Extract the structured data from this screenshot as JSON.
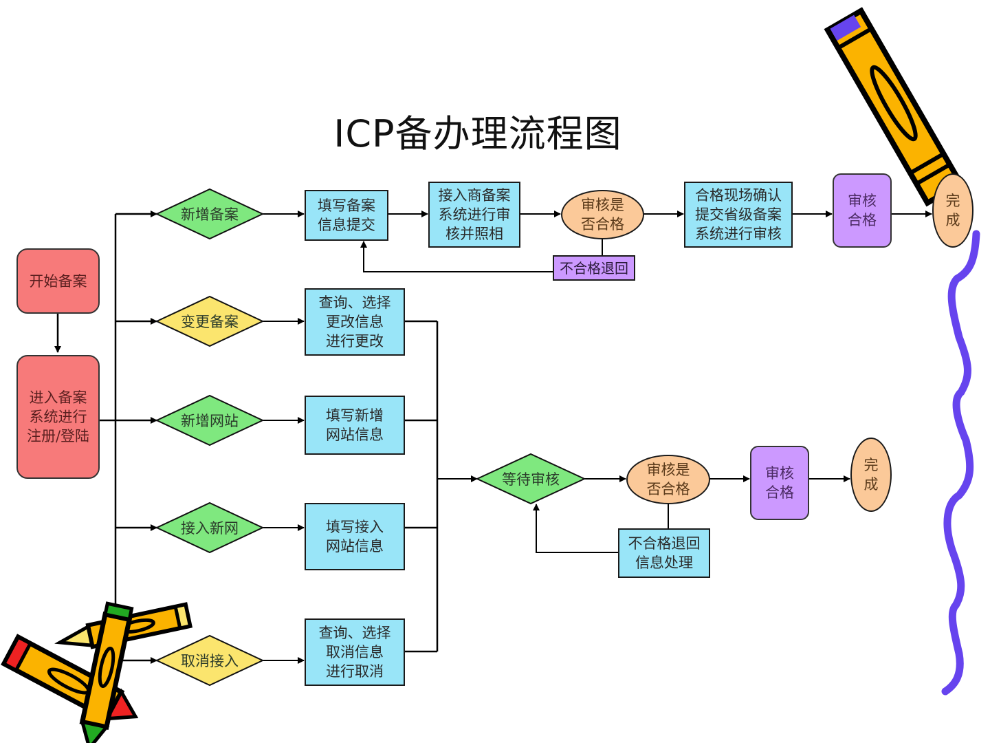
{
  "title": "ICP备办理流程图",
  "colors": {
    "process_blue": "#99e5f8",
    "start_red": "#f77a7a",
    "decision_green": "#7fe87f",
    "decision_yellow": "#fbe56e",
    "approved_purple": "#cc99ff",
    "check_orange": "#fbc999",
    "squiggle_purple": "#6644ee",
    "pencil_orange": "#fbb300"
  },
  "start": {
    "begin": "开始备案",
    "login": "进入备案\n系统进行\n注册/登陆"
  },
  "branches": [
    {
      "label": "新增备案",
      "color": "green",
      "step": "填写备案\n信息提交"
    },
    {
      "label": "变更备案",
      "color": "yellow",
      "step": "查询、选择\n更改信息\n进行更改"
    },
    {
      "label": "新增网站",
      "color": "green",
      "step": "填写新增\n网站信息"
    },
    {
      "label": "接入新网",
      "color": "green",
      "step": "填写接入\n网站信息"
    },
    {
      "label": "取消接入",
      "color": "yellow",
      "step": "查询、选择\n取消信息\n进行取消"
    }
  ],
  "top_flow": {
    "provider_review": "接入商备案\n系统进行审\n核并照相",
    "check": "审核是\n否合格",
    "reject": "不合格退回",
    "onsite": "合格现场确认\n提交省级备案\n系统进行审核",
    "approved": "审核\n合格",
    "done": "完\n成"
  },
  "bottom_flow": {
    "wait": "等待审核",
    "check": "审核是\n否合格",
    "reject": "不合格退回\n信息处理",
    "approved": "审核\n合格",
    "done": "完\n成"
  },
  "decorations": [
    "pencil-top-right",
    "pencils-bottom-left",
    "squiggle-right"
  ]
}
